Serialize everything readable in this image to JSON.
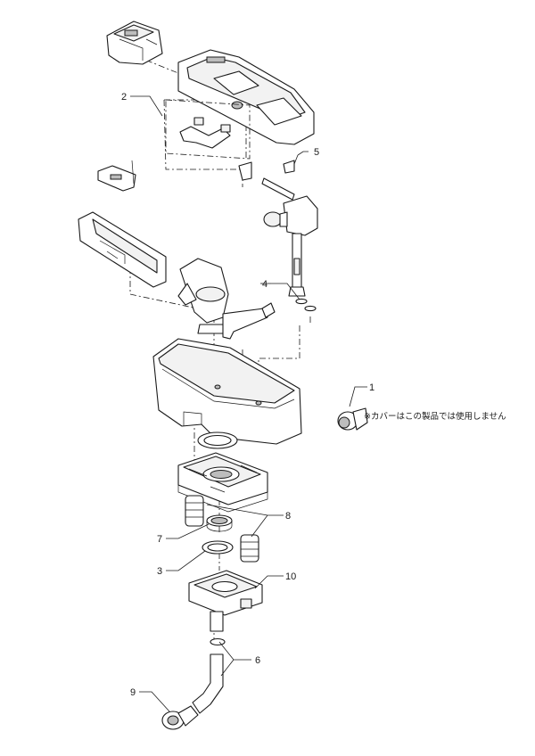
{
  "diagram": {
    "callouts": [
      {
        "id": "c1",
        "label": "1"
      },
      {
        "id": "c2",
        "label": "2"
      },
      {
        "id": "c3",
        "label": "3"
      },
      {
        "id": "c4",
        "label": "4"
      },
      {
        "id": "c5",
        "label": "5"
      },
      {
        "id": "c6",
        "label": "6"
      },
      {
        "id": "c7",
        "label": "7"
      },
      {
        "id": "c8",
        "label": "8"
      },
      {
        "id": "c9",
        "label": "9"
      },
      {
        "id": "c10",
        "label": "10"
      }
    ],
    "note": "※カバーはこの製品では使用しません"
  }
}
